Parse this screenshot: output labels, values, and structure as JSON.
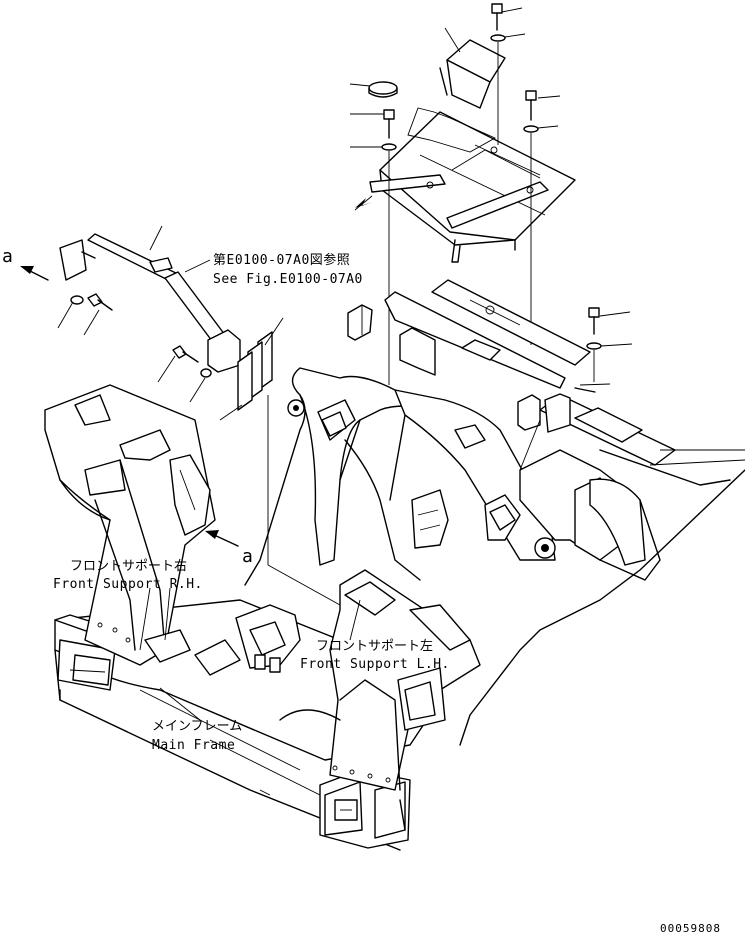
{
  "callouts": {
    "ref_jp": "第E0100-07A0図参照",
    "ref_en": "See Fig.E0100-07A0",
    "view_a_left": "a",
    "view_a_right": "a",
    "front_support_rh_jp": "フロントサポート右",
    "front_support_rh_en": "Front Support R.H.",
    "front_support_lh_jp": "フロントサポート左",
    "front_support_lh_en": "Front Support L.H.",
    "main_frame_jp": "メインフレーム",
    "main_frame_en": "Main Frame"
  },
  "drawing_number": "00059808",
  "colors": {
    "line": "#000000",
    "background": "#ffffff"
  }
}
